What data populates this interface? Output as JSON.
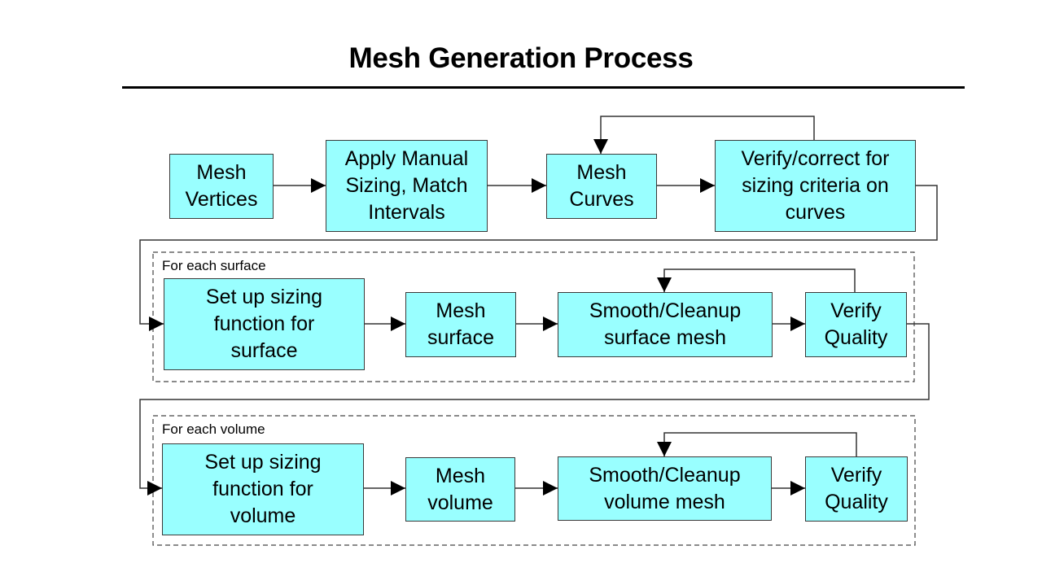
{
  "title": "Mesh Generation Process",
  "colors": {
    "box_fill": "#99ffff",
    "box_border": "#3a3a3a",
    "line": "#333333"
  },
  "row1": {
    "steps": [
      {
        "id": "mesh-vertices",
        "label": "Mesh\nVertices"
      },
      {
        "id": "apply-manual-sizing",
        "label": "Apply Manual\nSizing, Match\nIntervals"
      },
      {
        "id": "mesh-curves",
        "label": "Mesh\nCurves"
      },
      {
        "id": "verify-correct-curves",
        "label": "Verify/correct for\nsizing criteria on\ncurves"
      }
    ]
  },
  "surface_group": {
    "label": "For each surface",
    "steps": [
      {
        "id": "setup-sizing-surface",
        "label": "Set up sizing\nfunction for\nsurface"
      },
      {
        "id": "mesh-surface",
        "label": "Mesh\nsurface"
      },
      {
        "id": "smooth-cleanup-surface",
        "label": "Smooth/Cleanup\nsurface mesh"
      },
      {
        "id": "verify-quality-surface",
        "label": "Verify\nQuality"
      }
    ]
  },
  "volume_group": {
    "label": "For each volume",
    "steps": [
      {
        "id": "setup-sizing-volume",
        "label": "Set up sizing\nfunction for\nvolume"
      },
      {
        "id": "mesh-volume",
        "label": "Mesh\nvolume"
      },
      {
        "id": "smooth-cleanup-volume",
        "label": "Smooth/Cleanup\nvolume mesh"
      },
      {
        "id": "verify-quality-volume",
        "label": "Verify\nQuality"
      }
    ]
  }
}
